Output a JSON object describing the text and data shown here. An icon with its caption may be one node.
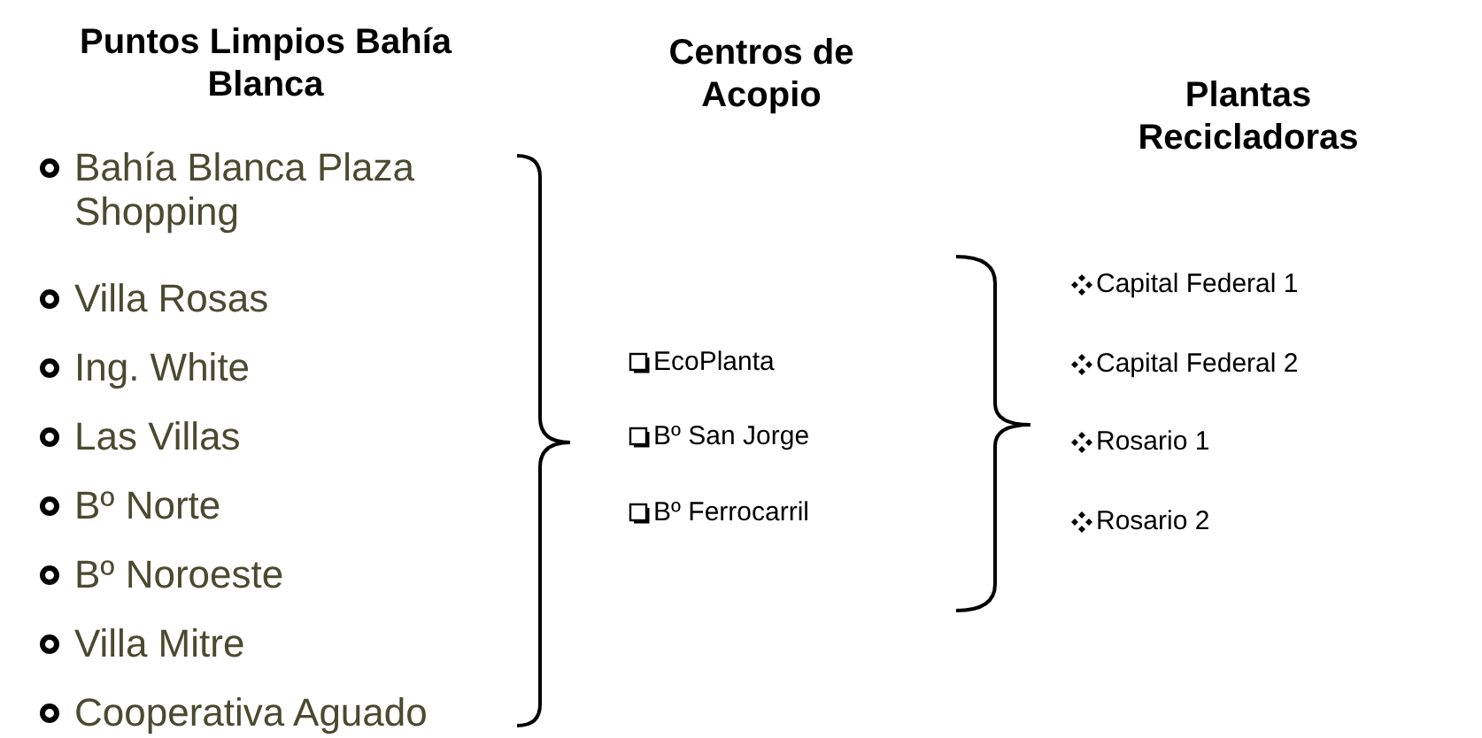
{
  "diagram": {
    "nodes": [
      {
        "text": [
          "Puntos Limpios Bahía Blanca"
        ]
      },
      {
        "text": [
          "Bahía Blanca Plaza Shopping"
        ],
        "in": 0
      },
      {
        "text": [
          "Villa Rosas"
        ],
        "in": 0
      },
      {
        "text": [
          "Ing. White"
        ],
        "in": 0
      },
      {
        "text": [
          "Las Villas"
        ],
        "in": 0
      },
      {
        "text": [
          "Bº Norte"
        ],
        "in": 0
      },
      {
        "text": [
          "Bº Noroeste"
        ],
        "in": 0
      },
      {
        "text": [
          "Villa Mitre"
        ],
        "in": 0
      },
      {
        "text": [
          "Cooperativa Aguado"
        ],
        "in": 0
      },
      {
        "text": [
          "Centros de Acopio"
        ]
      },
      {
        "text": [
          "EcoPlanta"
        ],
        "in": 9
      },
      {
        "text": [
          "Bº San Jorge"
        ],
        "in": 9
      },
      {
        "text": [
          "Bº Ferrocarril"
        ],
        "in": 9
      },
      {
        "text": [
          "Plantas Recicladoras"
        ]
      },
      {
        "text": [
          "Capital Federal 1"
        ],
        "in": 13
      },
      {
        "text": [
          "Capital Federal 2"
        ],
        "in": 13
      },
      {
        "text": [
          "Rosario 1"
        ],
        "in": 13
      },
      {
        "text": [
          "Rosario 2"
        ],
        "in": 13
      }
    ]
  }
}
